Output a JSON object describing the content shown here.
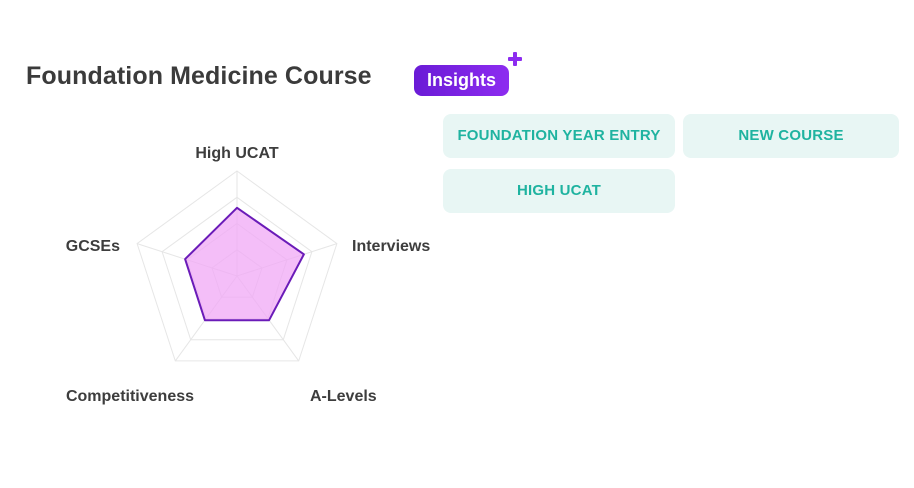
{
  "header": {
    "title": "Foundation Medicine Course",
    "badge_label": "Insights",
    "badge_icon": "plus-icon",
    "brand_color": "#7b22e6"
  },
  "tags": [
    {
      "label": "FOUNDATION YEAR ENTRY"
    },
    {
      "label": "NEW COURSE"
    },
    {
      "label": "HIGH UCAT"
    }
  ],
  "tag_colors": {
    "background": "#e8f6f4",
    "text": "#1fb3a0"
  },
  "chart_data": {
    "type": "radar",
    "axes": [
      "High UCAT",
      "Interviews",
      "A-Levels",
      "Competitiveness",
      "GCSEs"
    ],
    "values": [
      0.65,
      0.67,
      0.52,
      0.52,
      0.52
    ],
    "rings": 4,
    "range": [
      0,
      1
    ],
    "fill_color": "#f0a8f5",
    "stroke_color": "#6a1bb8",
    "grid_color": "#e6e6e6"
  }
}
